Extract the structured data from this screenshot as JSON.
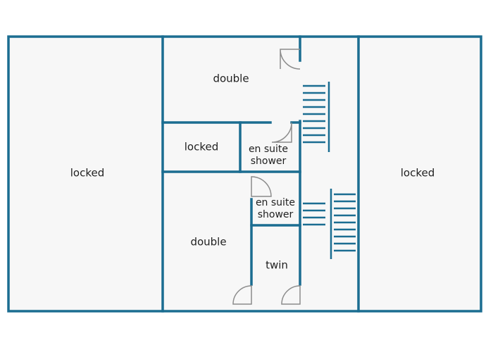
{
  "colors": {
    "wall": "#1b6d91",
    "floor": "#f7f7f7",
    "door": "#8c8c8c",
    "stair": "#1b6d91",
    "text": "#1f1f1f"
  },
  "rooms": {
    "left_locked": "locked",
    "top_double": "double",
    "middle_locked": "locked",
    "ensuite_top_line1": "en suite",
    "ensuite_top_line2": "shower",
    "ensuite_bottom_line1": "en suite",
    "ensuite_bottom_line2": "shower",
    "bottom_double": "double",
    "twin": "twin",
    "right_locked": "locked"
  }
}
